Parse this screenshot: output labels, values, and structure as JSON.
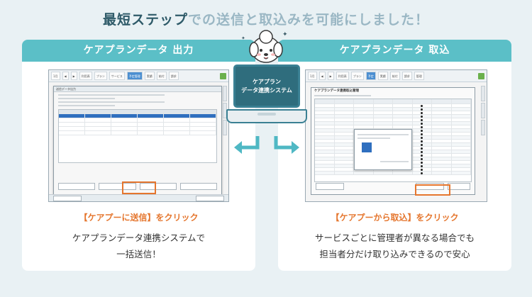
{
  "headline": {
    "strong": "最短ステップ",
    "rest": "での送信と取込みを可能にしました！"
  },
  "left_card": {
    "title": "ケアプランデータ 出力",
    "caption": "【ケアプーに送信】をクリック",
    "desc_line1": "ケアプランデータ連携システムで",
    "desc_line2": "一括送信！"
  },
  "right_card": {
    "title": "ケアプランデータ 取込",
    "caption": "【ケアプーから取込】をクリック",
    "desc_line1": "サービスごとに管理者が異なる場合でも",
    "desc_line2": "担当者分だけ取り込みできるので安心"
  },
  "center": {
    "screen_line1": "ケアプラン",
    "screen_line2": "データ連携システム"
  },
  "colors": {
    "accent_teal": "#5bbfc7",
    "highlight_orange": "#e5762e",
    "dark_teal": "#2e5a68"
  },
  "icons": {
    "arrow_left": "arrow-left-icon",
    "arrow_right": "arrow-right-icon",
    "mascot": "dog-mascot-icon"
  }
}
